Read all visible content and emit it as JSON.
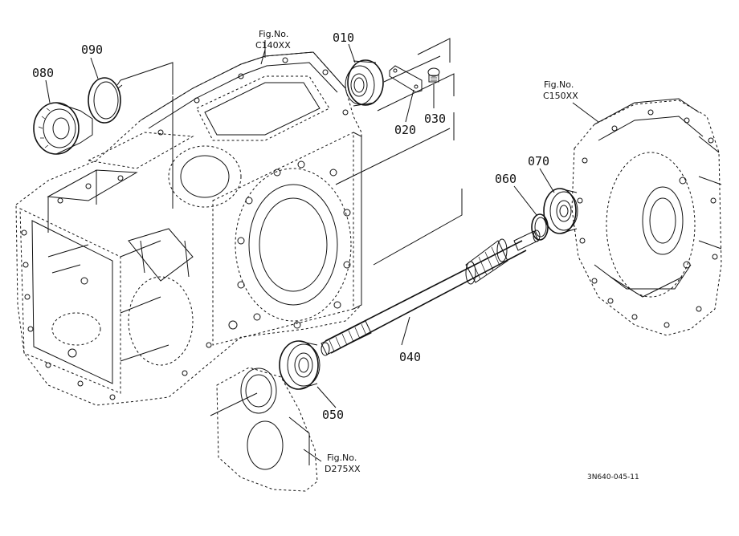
{
  "parts": {
    "p010": "010",
    "p020": "020",
    "p030": "030",
    "p040": "040",
    "p050": "050",
    "p060": "060",
    "p070": "070",
    "p080": "080",
    "p090": "090"
  },
  "figrefs": {
    "c140": {
      "title": "Fig.No.",
      "code": "C140XX"
    },
    "c150": {
      "title": "Fig.No.",
      "code": "C150XX"
    },
    "d275": {
      "title": "Fig.No.",
      "code": "D275XX"
    }
  },
  "catalog_code": "3N640-045-11"
}
